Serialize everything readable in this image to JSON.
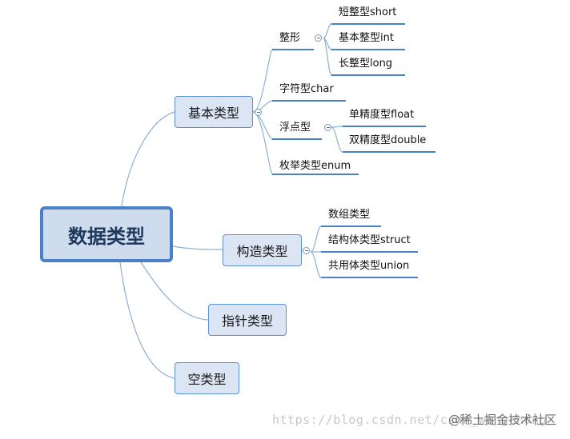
{
  "root": {
    "label": "数据类型"
  },
  "basic": {
    "label": "基本类型",
    "integer": {
      "label": "整形",
      "children": [
        "短整型short",
        "基本整型int",
        "长整型long"
      ]
    },
    "char": "字符型char",
    "float": {
      "label": "浮点型",
      "children": [
        "单精度型float",
        "双精度型double"
      ]
    },
    "enum": "枚举类型enum"
  },
  "constructed": {
    "label": "构造类型",
    "children": [
      "数组类型",
      "结构体类型struct",
      "共用体类型union"
    ]
  },
  "pointer": {
    "label": "指针类型"
  },
  "void": {
    "label": "空类型"
  },
  "footer": {
    "watermark": "https://blog.csdn.net/csdn_wangchong",
    "brand": "@稀土掘金技术社区"
  },
  "colors": {
    "connector": "#8fb0d6",
    "underline": "#4a82c9",
    "node_fill": "#dbe5f3",
    "node_border": "#5b8fcf"
  }
}
